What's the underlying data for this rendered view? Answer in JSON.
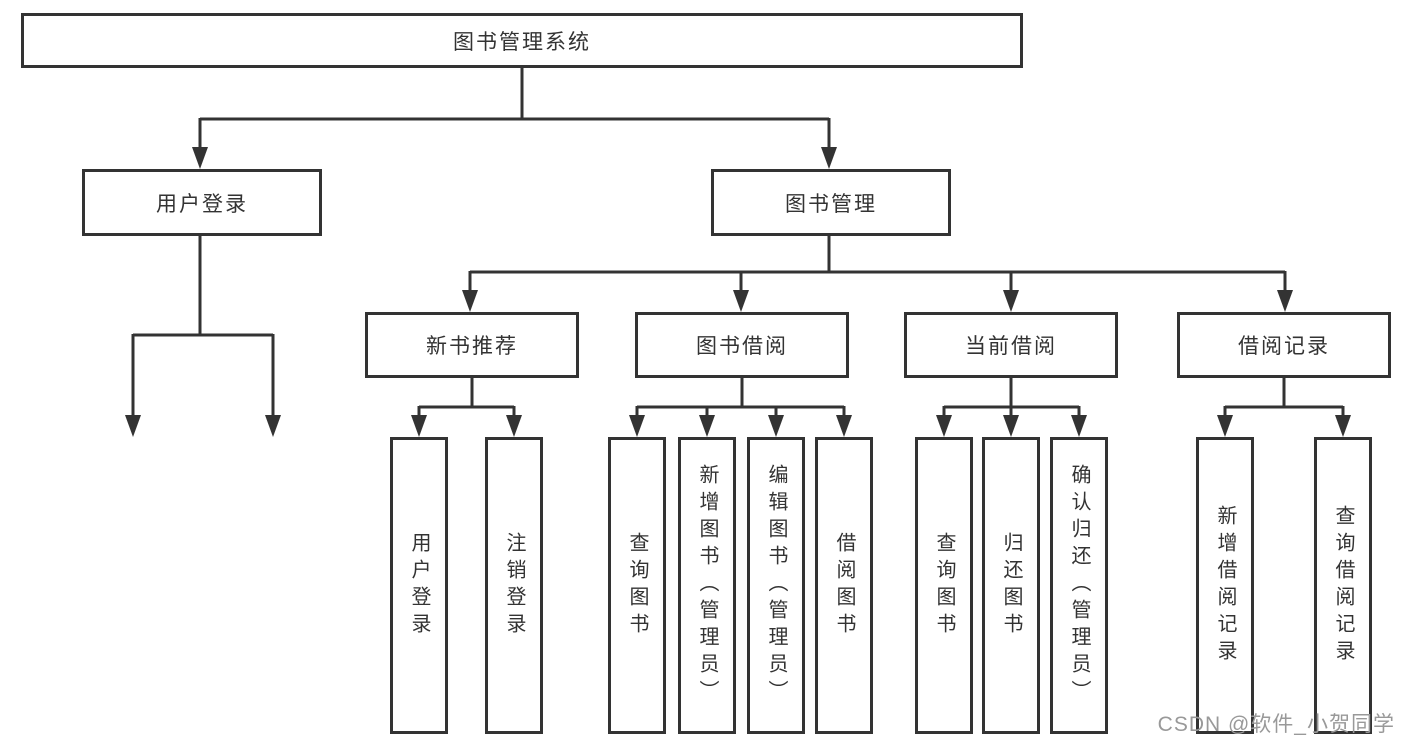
{
  "diagram": {
    "title": "图书管理系统",
    "nodes": {
      "root": "图书管理系统",
      "l2_user_login": "用户登录",
      "l2_book_mgmt": "图书管理",
      "l3_new_book": "新书推荐",
      "l3_book_borrow": "图书借阅",
      "l3_current_borrow": "当前借阅",
      "l3_borrow_record": "借阅记录",
      "leaf_user_login": "用户登录",
      "leaf_logout": "注销登录",
      "leaf_nb_query_book": "查询图书",
      "leaf_nb_borrow_book": "借阅图书",
      "leaf_bb_query_book": "查询图书",
      "leaf_bb_add_book": "新增图书（管理员）",
      "leaf_bb_edit_book": "编辑图书（管理员）",
      "leaf_bb_borrow_book": "借阅图书",
      "leaf_cb_query_book": "查询图书",
      "leaf_cb_return_book": "归还图书",
      "leaf_cb_confirm_return": "确认归还（管理员）",
      "leaf_br_add_record": "新增借阅记录",
      "leaf_br_query_record": "查询借阅记录"
    },
    "edges": [
      {
        "from": "root",
        "to": "l2_user_login"
      },
      {
        "from": "root",
        "to": "l2_book_mgmt"
      },
      {
        "from": "l2_user_login",
        "to": "leaf_user_login"
      },
      {
        "from": "l2_user_login",
        "to": "leaf_logout"
      },
      {
        "from": "l2_book_mgmt",
        "to": "l3_new_book"
      },
      {
        "from": "l2_book_mgmt",
        "to": "l3_book_borrow"
      },
      {
        "from": "l2_book_mgmt",
        "to": "l3_current_borrow"
      },
      {
        "from": "l2_book_mgmt",
        "to": "l3_borrow_record"
      },
      {
        "from": "l3_new_book",
        "to": "leaf_nb_query_book"
      },
      {
        "from": "l3_new_book",
        "to": "leaf_nb_borrow_book"
      },
      {
        "from": "l3_book_borrow",
        "to": "leaf_bb_query_book"
      },
      {
        "from": "l3_book_borrow",
        "to": "leaf_bb_add_book"
      },
      {
        "from": "l3_book_borrow",
        "to": "leaf_bb_edit_book"
      },
      {
        "from": "l3_book_borrow",
        "to": "leaf_bb_borrow_book"
      },
      {
        "from": "l3_current_borrow",
        "to": "leaf_cb_query_book"
      },
      {
        "from": "l3_current_borrow",
        "to": "leaf_cb_return_book"
      },
      {
        "from": "l3_current_borrow",
        "to": "leaf_cb_confirm_return"
      },
      {
        "from": "l3_borrow_record",
        "to": "leaf_br_add_record"
      },
      {
        "from": "l3_borrow_record",
        "to": "leaf_br_query_record"
      }
    ],
    "colors": {
      "line": "#333333",
      "text": "#333333",
      "box_fill": "#ffffff",
      "watermark": "#999999"
    }
  },
  "watermark": "CSDN @软件_小贺同学"
}
